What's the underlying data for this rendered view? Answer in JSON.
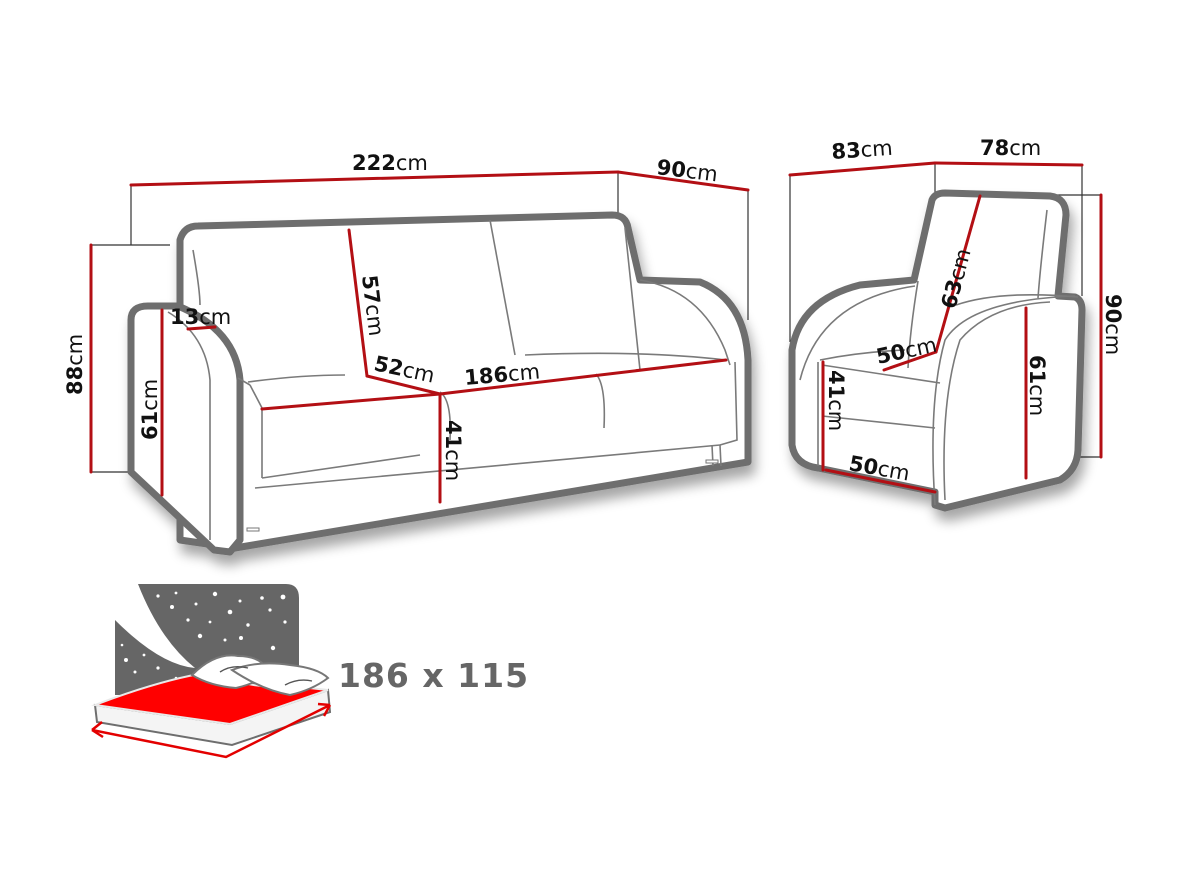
{
  "diagram": {
    "title": "Sofa and armchair dimension drawing",
    "colors": {
      "dimension_line": "#b30f14",
      "outline": "#6e6e6e",
      "bed_sheet": "#ff0000",
      "night_sky": "#666666",
      "label_text": "#111111",
      "bed_size_text": "#666666"
    },
    "sofa": {
      "labels": {
        "total_width": {
          "value": "222",
          "unit": "cm"
        },
        "total_depth": {
          "value": "90",
          "unit": "cm"
        },
        "total_height": {
          "value": "88",
          "unit": "cm"
        },
        "armrest_height": {
          "value": "61",
          "unit": "cm"
        },
        "armrest_width": {
          "value": "13",
          "unit": "cm"
        },
        "backrest_height": {
          "value": "57",
          "unit": "cm"
        },
        "seat_depth": {
          "value": "52",
          "unit": "cm"
        },
        "seat_width": {
          "value": "186",
          "unit": "cm"
        },
        "seat_height": {
          "value": "41",
          "unit": "cm"
        }
      }
    },
    "armchair": {
      "labels": {
        "total_depth": {
          "value": "83",
          "unit": "cm"
        },
        "total_width": {
          "value": "78",
          "unit": "cm"
        },
        "total_height": {
          "value": "90",
          "unit": "cm"
        },
        "backrest_height": {
          "value": "63",
          "unit": "cm"
        },
        "seat_depth": {
          "value": "50",
          "unit": "cm"
        },
        "seat_height": {
          "value": "41",
          "unit": "cm"
        },
        "seat_width": {
          "value": "50",
          "unit": "cm"
        },
        "armrest_height": {
          "value": "61",
          "unit": "cm"
        }
      }
    },
    "sleeping_area": {
      "icon": "bed-with-night-sky-icon",
      "size_text": "186 x 115"
    }
  }
}
